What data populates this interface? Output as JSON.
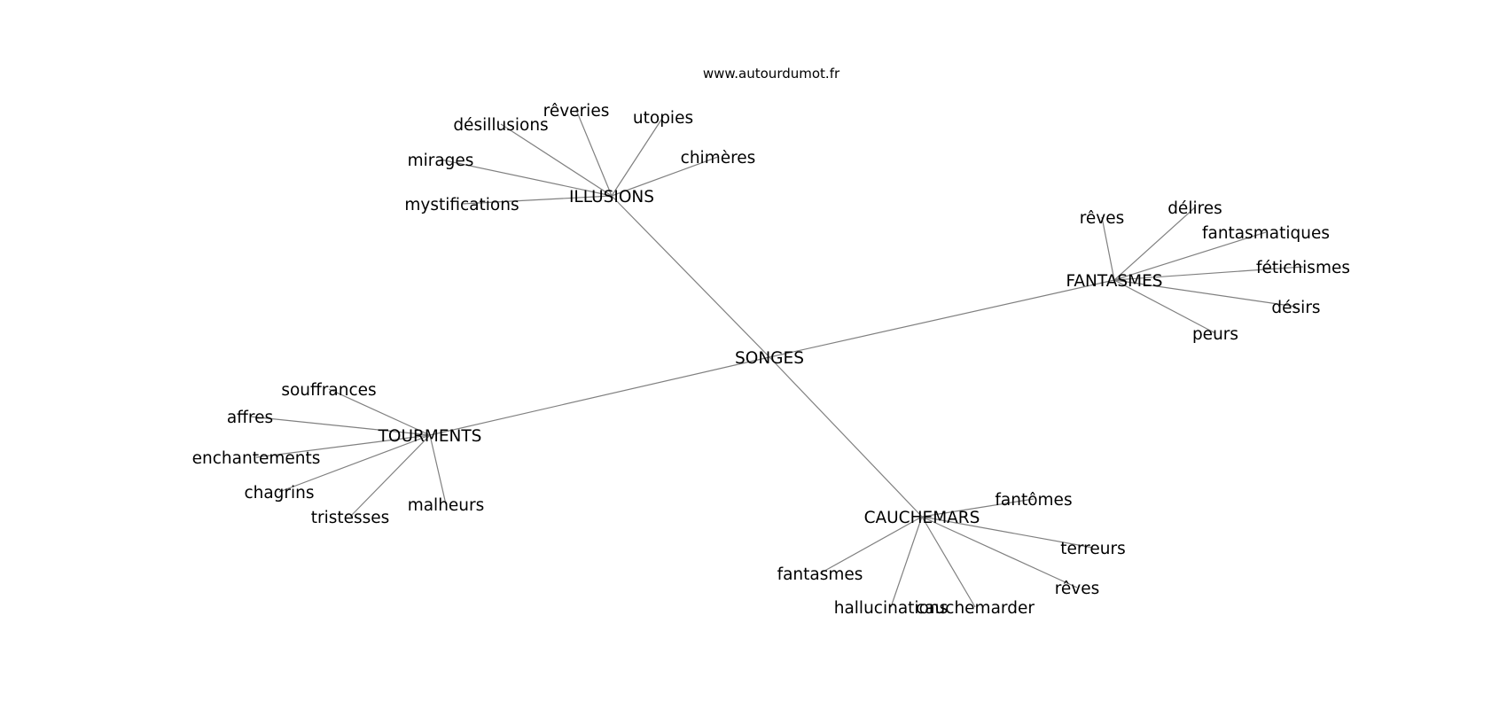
{
  "site": "www.autourdumot.fr",
  "center": {
    "id": "songes",
    "label": "SONGES"
  },
  "hubs": [
    {
      "id": "illusions",
      "label": "ILLUSIONS",
      "leaves": [
        "rêveries",
        "utopies",
        "désillusions",
        "chimères",
        "mirages",
        "mystifications"
      ]
    },
    {
      "id": "fantasmes",
      "label": "FANTASMES",
      "leaves": [
        "délires",
        "rêves",
        "fantasmatiques",
        "fétichismes",
        "désirs",
        "peurs"
      ]
    },
    {
      "id": "tourments",
      "label": "TOURMENTS",
      "leaves": [
        "souffrances",
        "affres",
        "enchantements",
        "chagrins",
        "tristesses",
        "malheurs"
      ]
    },
    {
      "id": "cauchemars",
      "label": "CAUCHEMARS",
      "leaves": [
        "fantômes",
        "terreurs",
        "rêves",
        "fantasmes",
        "hallucinations",
        "cauchemarder"
      ]
    }
  ]
}
